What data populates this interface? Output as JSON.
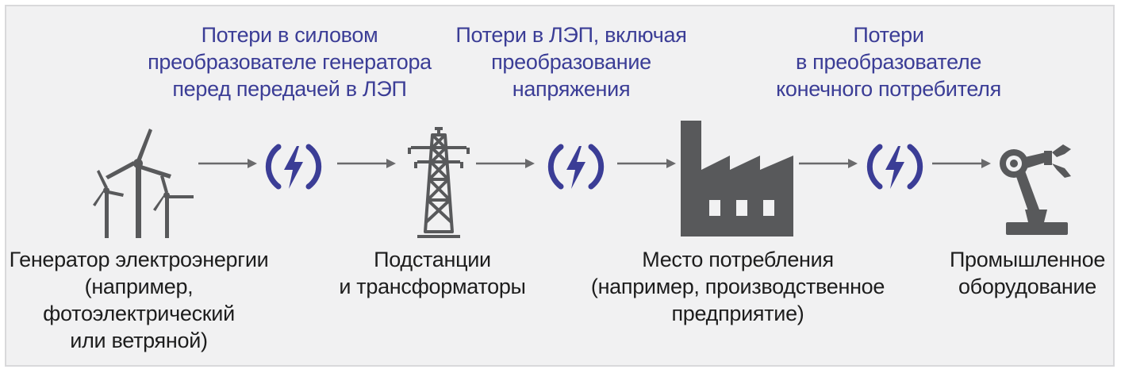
{
  "colors": {
    "loss_text": "#3b3d96",
    "loss_icon": "#3b3d96",
    "node_icon": "#58595b",
    "text": "#1d1d1d",
    "background": "#f1f1f2"
  },
  "losses": [
    {
      "lines": [
        "Потери в силовом",
        "преобразователе генератора",
        "перед передачей в ЛЭП"
      ],
      "icon": "lightning-loss-icon"
    },
    {
      "lines": [
        "Потери в ЛЭП, включая",
        "преобразование",
        "напряжения"
      ],
      "icon": "lightning-loss-icon"
    },
    {
      "lines": [
        "Потери",
        "в преобразователе",
        "конечного потребителя"
      ],
      "icon": "lightning-loss-icon"
    }
  ],
  "nodes": [
    {
      "icon": "wind-turbines-icon",
      "lines": [
        "Генератор электроэнергии",
        "(например,",
        "фотоэлектрический",
        "или ветряной)"
      ]
    },
    {
      "icon": "power-pylon-icon",
      "lines": [
        "Подстанции",
        "и трансформаторы"
      ]
    },
    {
      "icon": "factory-icon",
      "lines": [
        "Место потребления",
        "(например, производственное",
        "предприятие)"
      ]
    },
    {
      "icon": "robot-arm-icon",
      "lines": [
        "Промышленное",
        "оборудование"
      ]
    }
  ]
}
